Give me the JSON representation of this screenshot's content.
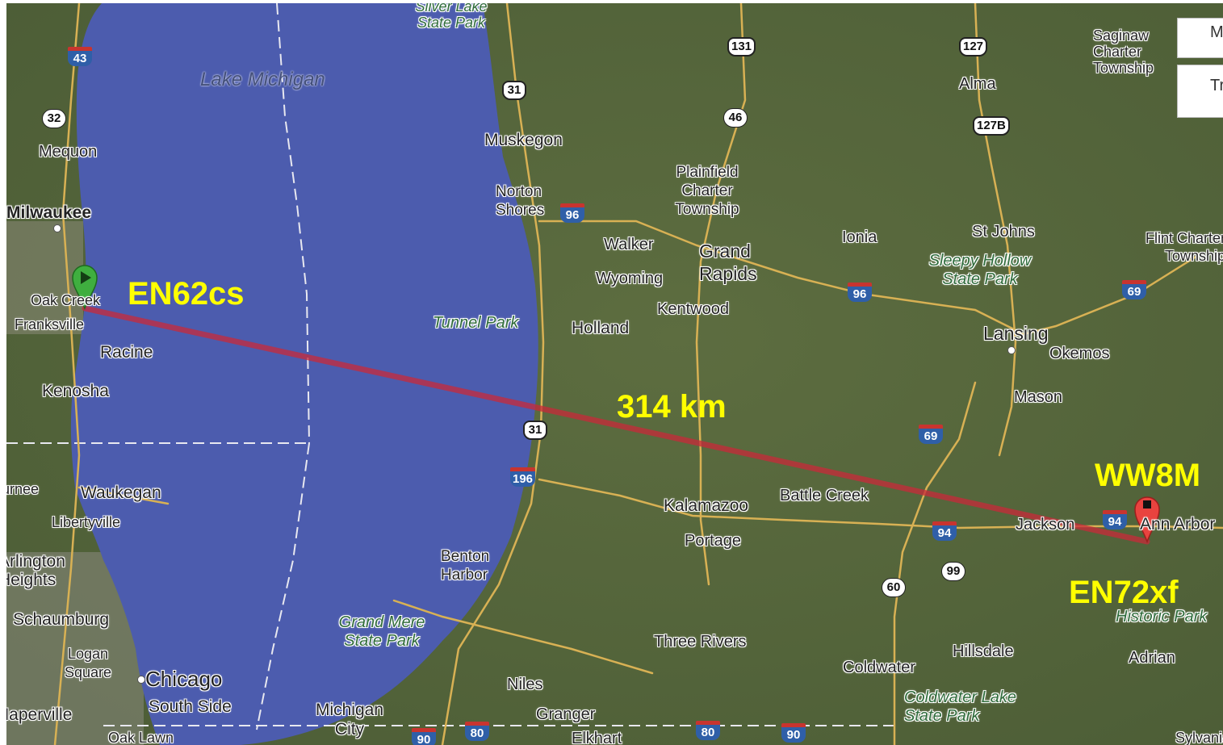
{
  "markers": {
    "start": {
      "color": "#3fae3f",
      "icon": "green-start-marker-icon"
    },
    "end": {
      "color": "#e9433f",
      "icon": "red-end-marker-icon"
    }
  },
  "overlays": {
    "start_grid": "EN62cs",
    "end_grid": "EN72xf",
    "end_call": "WW8M",
    "distance": "314 km",
    "color": "#ffff00",
    "path_color": "#c8293a"
  },
  "controls": {
    "map_button": "M",
    "traffic_button": "Tr"
  },
  "lakes": {
    "michigan": "Lake Michigan"
  },
  "cities": {
    "mequon": "Mequon",
    "milwaukee": "Milwaukee",
    "oak_creek": "Oak Creek",
    "franksville": "Franksville",
    "racine": "Racine",
    "kenosha": "Kenosha",
    "gurnee": "Gurnee",
    "waukegan": "Waukegan",
    "libertyville": "Libertyville",
    "arlington": "Arlington Heights",
    "schaumburg": "Schaumburg",
    "logan_square": "Logan Square",
    "chicago": "Chicago",
    "south_side": "South Side",
    "naperville": "Naperville",
    "oak_lawn": "Oak Lawn",
    "muskegon": "Muskegon",
    "norton_shores": "Norton Shores",
    "plainfield": "Plainfield Charter Township",
    "walker": "Walker",
    "grand_rapids": "Grand Rapids",
    "wyoming": "Wyoming",
    "kentwood": "Kentwood",
    "holland": "Holland",
    "ionia": "Ionia",
    "st_johns": "St Johns",
    "alma": "Alma",
    "saginaw": "Saginaw Charter Township",
    "flint": "Flint Charter Township",
    "lansing": "Lansing",
    "okemos": "Okemos",
    "mason": "Mason",
    "kalamazoo": "Kalamazoo",
    "portage": "Portage",
    "battle_creek": "Battle Creek",
    "jackson": "Jackson",
    "ann_arbor": "Ann Arbor",
    "benton_harbor": "Benton Harbor",
    "three_rivers": "Three Rivers",
    "coldwater": "Coldwater",
    "hillsdale": "Hillsdale",
    "adrian": "Adrian",
    "niles": "Niles",
    "granger": "Granger",
    "michigan_city": "Michigan City",
    "elkhart": "Elkhart",
    "sylvania": "Sylvania"
  },
  "parks": {
    "silver_lake": "Silver Lake State Park",
    "tunnel_park": "Tunnel Park",
    "sleepy_hollow": "Sleepy Hollow State Park",
    "grand_mere": "Grand Mere State Park",
    "coldwater_lake": "Coldwater Lake State Park",
    "historic_park": "Historic Park"
  },
  "highways": {
    "i43": "43",
    "wi32": "32",
    "us31a": "31",
    "us131": "131",
    "us127": "127",
    "m46": "46",
    "us127b": "127B",
    "i96a": "96",
    "i96b": "96",
    "i69a": "69",
    "i69b": "69",
    "us31b": "31",
    "i196": "196",
    "i94a": "94",
    "i94b": "94",
    "m99": "99",
    "m60": "60",
    "i90a": "90",
    "i80a": "80",
    "i80b": "80",
    "i90b": "90"
  },
  "colors": {
    "water": "#4a5aad",
    "land": "#56663a",
    "road": "#d9b257"
  }
}
